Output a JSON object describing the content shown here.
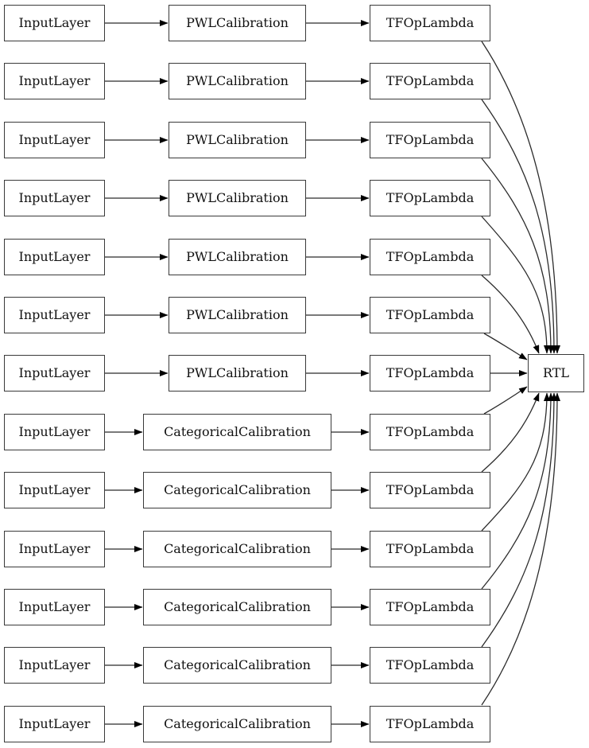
{
  "diagram": {
    "rows": [
      {
        "input": "InputLayer",
        "calibration": "PWLCalibration",
        "calibration_type": "pwl",
        "op": "TFOpLambda"
      },
      {
        "input": "InputLayer",
        "calibration": "PWLCalibration",
        "calibration_type": "pwl",
        "op": "TFOpLambda"
      },
      {
        "input": "InputLayer",
        "calibration": "PWLCalibration",
        "calibration_type": "pwl",
        "op": "TFOpLambda"
      },
      {
        "input": "InputLayer",
        "calibration": "PWLCalibration",
        "calibration_type": "pwl",
        "op": "TFOpLambda"
      },
      {
        "input": "InputLayer",
        "calibration": "PWLCalibration",
        "calibration_type": "pwl",
        "op": "TFOpLambda"
      },
      {
        "input": "InputLayer",
        "calibration": "PWLCalibration",
        "calibration_type": "pwl",
        "op": "TFOpLambda"
      },
      {
        "input": "InputLayer",
        "calibration": "PWLCalibration",
        "calibration_type": "pwl",
        "op": "TFOpLambda"
      },
      {
        "input": "InputLayer",
        "calibration": "CategoricalCalibration",
        "calibration_type": "categorical",
        "op": "TFOpLambda"
      },
      {
        "input": "InputLayer",
        "calibration": "CategoricalCalibration",
        "calibration_type": "categorical",
        "op": "TFOpLambda"
      },
      {
        "input": "InputLayer",
        "calibration": "CategoricalCalibration",
        "calibration_type": "categorical",
        "op": "TFOpLambda"
      },
      {
        "input": "InputLayer",
        "calibration": "CategoricalCalibration",
        "calibration_type": "categorical",
        "op": "TFOpLambda"
      },
      {
        "input": "InputLayer",
        "calibration": "CategoricalCalibration",
        "calibration_type": "categorical",
        "op": "TFOpLambda"
      },
      {
        "input": "InputLayer",
        "calibration": "CategoricalCalibration",
        "calibration_type": "categorical",
        "op": "TFOpLambda"
      }
    ],
    "output_node": "RTL",
    "colors": {
      "background": "#ffffff",
      "node_fill": "#ffffff",
      "node_border": "#3a3a3a",
      "edge": "#2b2b2b",
      "arrowhead": "#000000"
    }
  }
}
